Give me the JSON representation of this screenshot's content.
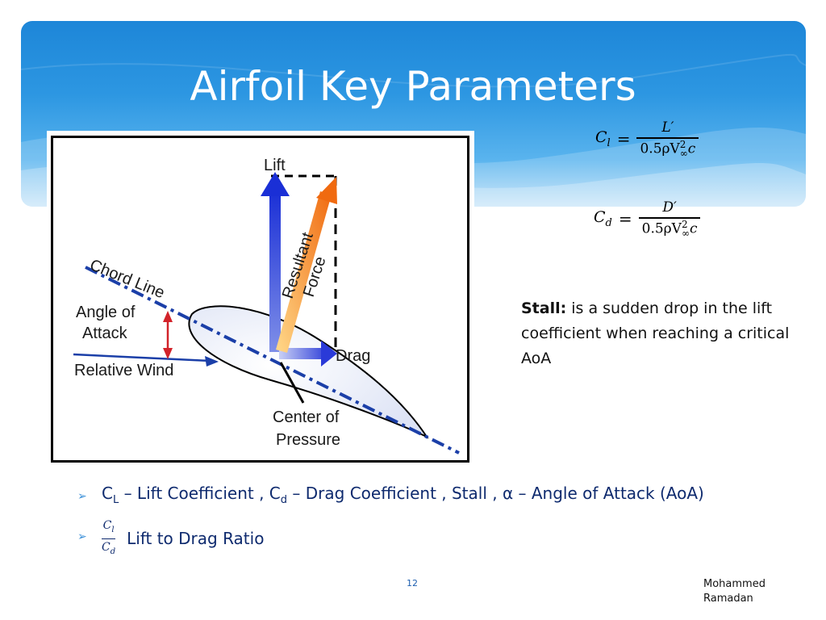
{
  "slide": {
    "title": "Airfoil Key Parameters",
    "page_number": "12",
    "author_line1": "Mohammed",
    "author_line2": "Ramadan"
  },
  "figure": {
    "labels": {
      "lift": "Lift",
      "resultant_1": "Resultant",
      "resultant_2": "Force",
      "chord_line": "Chord Line",
      "angle_of_attack_1": "Angle of",
      "angle_of_attack_2": "Attack",
      "relative_wind": "Relative Wind",
      "drag": "Drag",
      "center_of_pressure_1": "Center of",
      "center_of_pressure_2": "Pressure"
    }
  },
  "formulas": {
    "cl": {
      "lhs": "C",
      "lhs_sub": "l",
      "eq": "=",
      "numerator": "L′",
      "denominator_prefix": "0.5ρV",
      "denominator_sup": "2",
      "denominator_sub": "∞",
      "denominator_suffix": "c"
    },
    "cd": {
      "lhs": "C",
      "lhs_sub": "d",
      "eq": "=",
      "numerator": "D′",
      "denominator_prefix": "0.5ρV",
      "denominator_sup": "2",
      "denominator_sub": "∞",
      "denominator_suffix": "c"
    }
  },
  "stall_note": {
    "term": "Stall:",
    "text": " is a sudden drop in the lift coefficient  when reaching a critical AoA"
  },
  "bullets": {
    "item1": {
      "cl": "C",
      "cl_sub": "L",
      "part1": " – Lift Coefficient ,  C",
      "cd_sub": "d",
      "part2": " – Drag Coefficient ,  Stall , α – Angle of Attack (AoA)"
    },
    "item2": {
      "frac_num": "C",
      "frac_num_sub": "l",
      "frac_den": "C",
      "frac_den_sub": "d",
      "text": "Lift to Drag Ratio"
    }
  },
  "colors": {
    "header_top": "#1d86d8",
    "header_bottom": "#bfe1f8",
    "bullet_text": "#0e2a6e",
    "lift_arrow": "#1a3fd6",
    "resultant_arrow": "#f07a1c",
    "chord_line": "#1b3fa8"
  }
}
